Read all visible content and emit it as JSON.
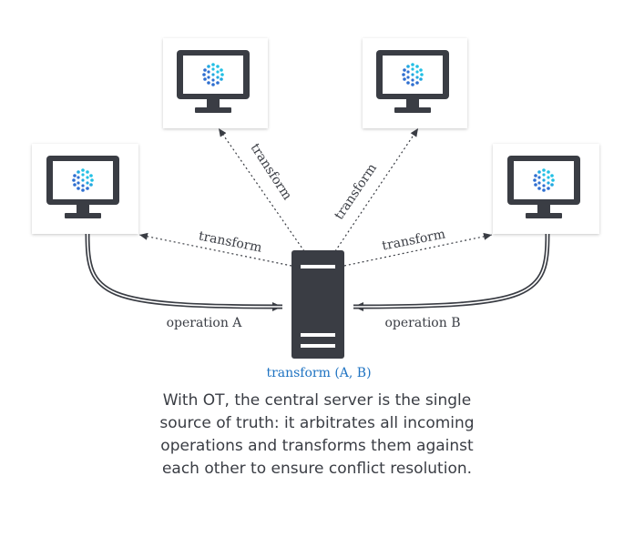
{
  "labels": {
    "transform": "transform",
    "operation_a": "operation A",
    "operation_b": "operation B",
    "server": "transform (A, B)"
  },
  "caption": [
    "With OT, the central server is the single",
    "source of truth: it arbitrates all incoming",
    "operations and transforms them against",
    "each other to ensure conflict resolution."
  ],
  "colors": {
    "dark": "#3a3d44",
    "accent_blue": "#1f73c2",
    "logo_cyan": "#22c0e4",
    "logo_blue": "#2f6fd0"
  }
}
